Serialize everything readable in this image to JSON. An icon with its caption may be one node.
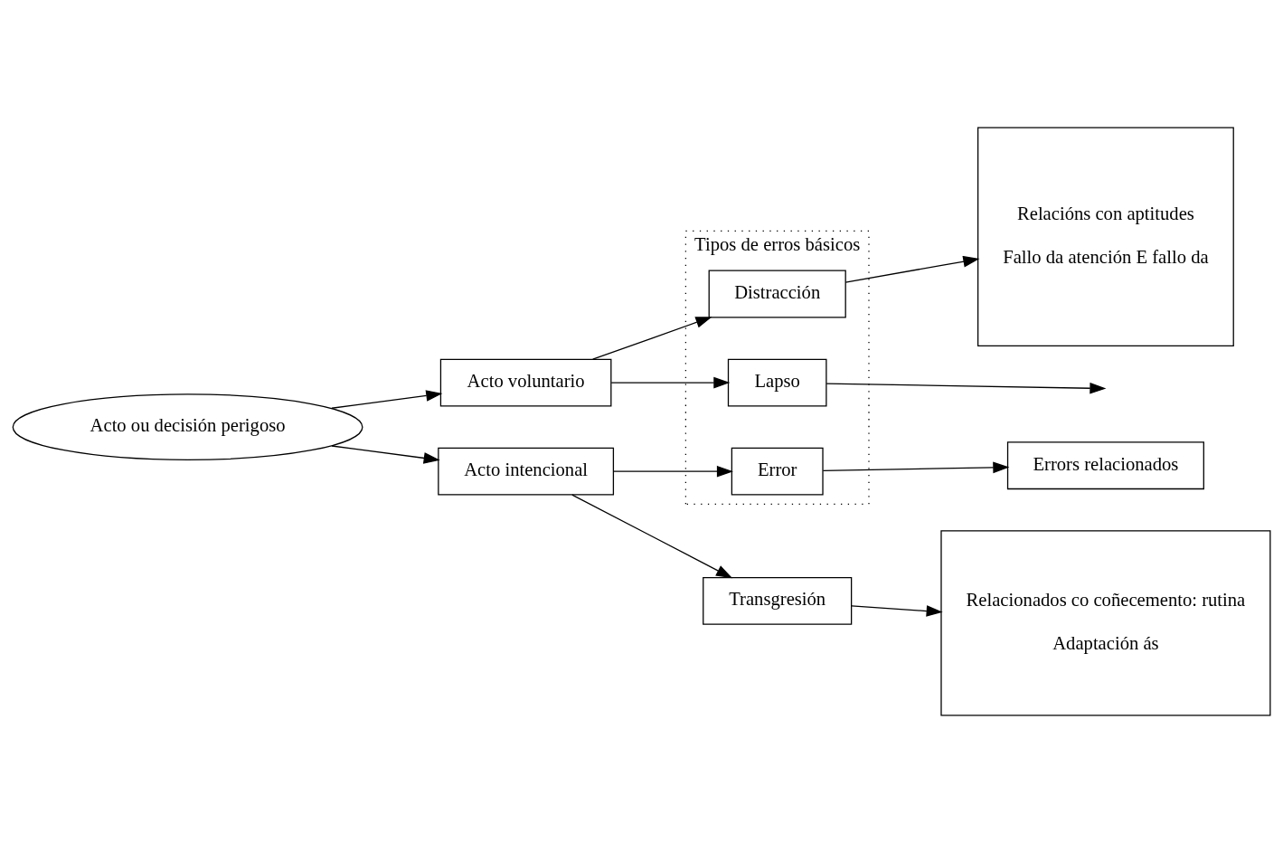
{
  "diagram": {
    "nodes": [
      {
        "text": [
          "Acto ou decisión perigoso"
        ]
      },
      {
        "text": [
          "Acto voluntario"
        ]
      },
      {
        "text": [
          "Acto intencional"
        ]
      },
      {
        "text": [
          "Tipos de erros básicos"
        ]
      },
      {
        "text": [
          "Distracción"
        ],
        "in": 3
      },
      {
        "text": [
          "Lapso"
        ],
        "in": 3
      },
      {
        "text": [
          "Error"
        ],
        "in": 3
      },
      {
        "text": [
          "Transgresión"
        ]
      },
      {
        "text": [
          "Relacións con aptitudes",
          "Fallo da atención E fallo da"
        ]
      },
      {
        "text": [
          "Errors relacionados"
        ]
      },
      {
        "text": [
          "Relacionados co coñecemento: rutina",
          "Adaptación ás"
        ]
      }
    ],
    "edges": [
      {
        "from": 0,
        "to": 1,
        "arrow": "to"
      },
      {
        "from": 0,
        "to": 2,
        "arrow": "to"
      },
      {
        "from": 1,
        "to": 4,
        "arrow": "to"
      },
      {
        "from": 1,
        "to": 5,
        "arrow": "to"
      },
      {
        "from": 2,
        "to": 6,
        "arrow": "to"
      },
      {
        "from": 2,
        "to": 7,
        "arrow": "to"
      },
      {
        "from": 4,
        "to": 8,
        "arrow": "to"
      },
      {
        "from": 5,
        "to": null,
        "arrow": "to"
      },
      {
        "from": 6,
        "to": 9,
        "arrow": "to"
      },
      {
        "from": 7,
        "to": 10,
        "arrow": "to"
      }
    ]
  }
}
